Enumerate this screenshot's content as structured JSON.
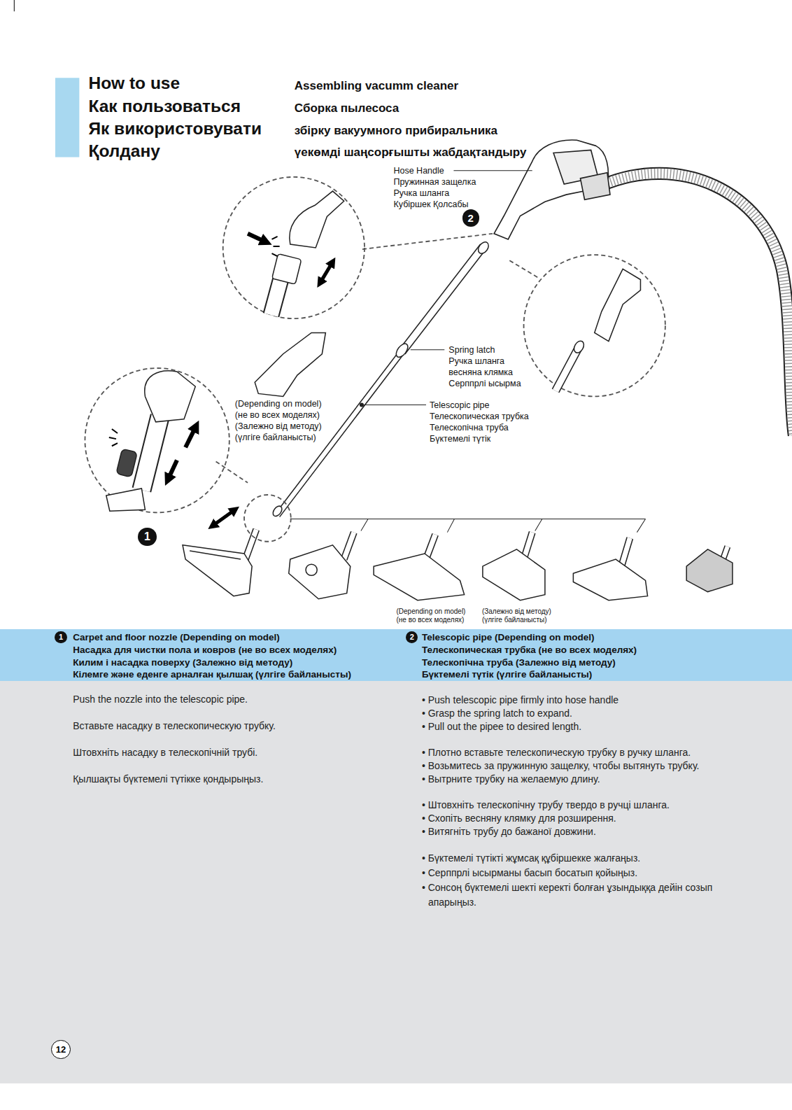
{
  "diagram": {
    "title": "How to use",
    "nodes": [
      {
        "text": [
          "2"
        ]
      },
      {
        "text": [
          "1"
        ]
      },
      {
        "text": [
          "Carpet and floor nozzle (Depending on model)",
          "Насадка для чистки пола и ковров (не во всех моделях)",
          "Килим і насадка поверху (Залежно від методу)",
          "Кілемге және еденге арналған қылшақ (үлгіге байланысты)",
          "Telescopic pipe (Depending on model)",
          "Телескопическая трубка (не во всех моделях)",
          "Телескопічна труба (Залежно від методу)",
          "Бүктемелі түтік (үлгіге байланысты)"
        ]
      },
      {
        "text": [
          "1"
        ],
        "in": 2
      },
      {
        "text": [
          "2"
        ],
        "in": 2
      },
      {
        "text": [
          "Push the nozzle into the telescopic pipe.",
          "Вставьте насадку в телескопическую трубку.",
          "Штовхніть насадку в телескопічній трубі.",
          "Қылшақты бүктемелі түтікке қондырыңыз.",
          "• Push telescopic pipe firmly into hose handle",
          "• Grasp the spring latch to expand.",
          "• Pull out the pipee to desired length.",
          "• Плотно вставьте телескопическую трубку в ручку шланга.",
          "• Возьмитесь за пружинную защелку, чтобы вытянуть трубку.",
          "• Вытрните трубку на желаемую длину.",
          "• Штовхніть телескопічну трубу твердо в ручці шланга.",
          "• Схопіть весняну клямку для розширення.",
          "• Витягніть трубу до бажаної довжини.",
          "• Бүктемелі түтікті жұмсақ құбіршекке жалғаңыз.",
          "• Серппрлі ысырманы басып босатып қойыңыз.",
          "• Сонсоң бүктемелі шекті керекті болған ұзындыққа дейін созып апарыңыз."
        ]
      },
      {
        "text": [
          "12"
        ]
      }
    ],
    "labels": [
      "Как пользоваться",
      "Як використовувати",
      "Қолдану",
      "Assembling vacumm cleaner",
      "Сборка пылесоса",
      "збірку вакуумного прибиральника",
      "үекөмді шаңсорғышты жабдақтандыру",
      "Hose Handle",
      "Пружинная защелка",
      "Ручка шланга",
      "Кубіршек Қолсабы",
      "Spring latch",
      "Ручка шланга",
      "весняна клямка",
      "Серппрлі ысырма",
      "(Depending on model)",
      "(не во всех моделях)",
      "(Залежно від методу)",
      "(үлгіге байланысты)",
      "Telescopic pipe",
      "Телескопическая трубка",
      "Телескопічна труба",
      "Бүктемелі түтік",
      "(Depending on model)",
      "(не во всех моделях)",
      "(Залежно від методу)",
      "(үлгіге байланысты)"
    ]
  }
}
